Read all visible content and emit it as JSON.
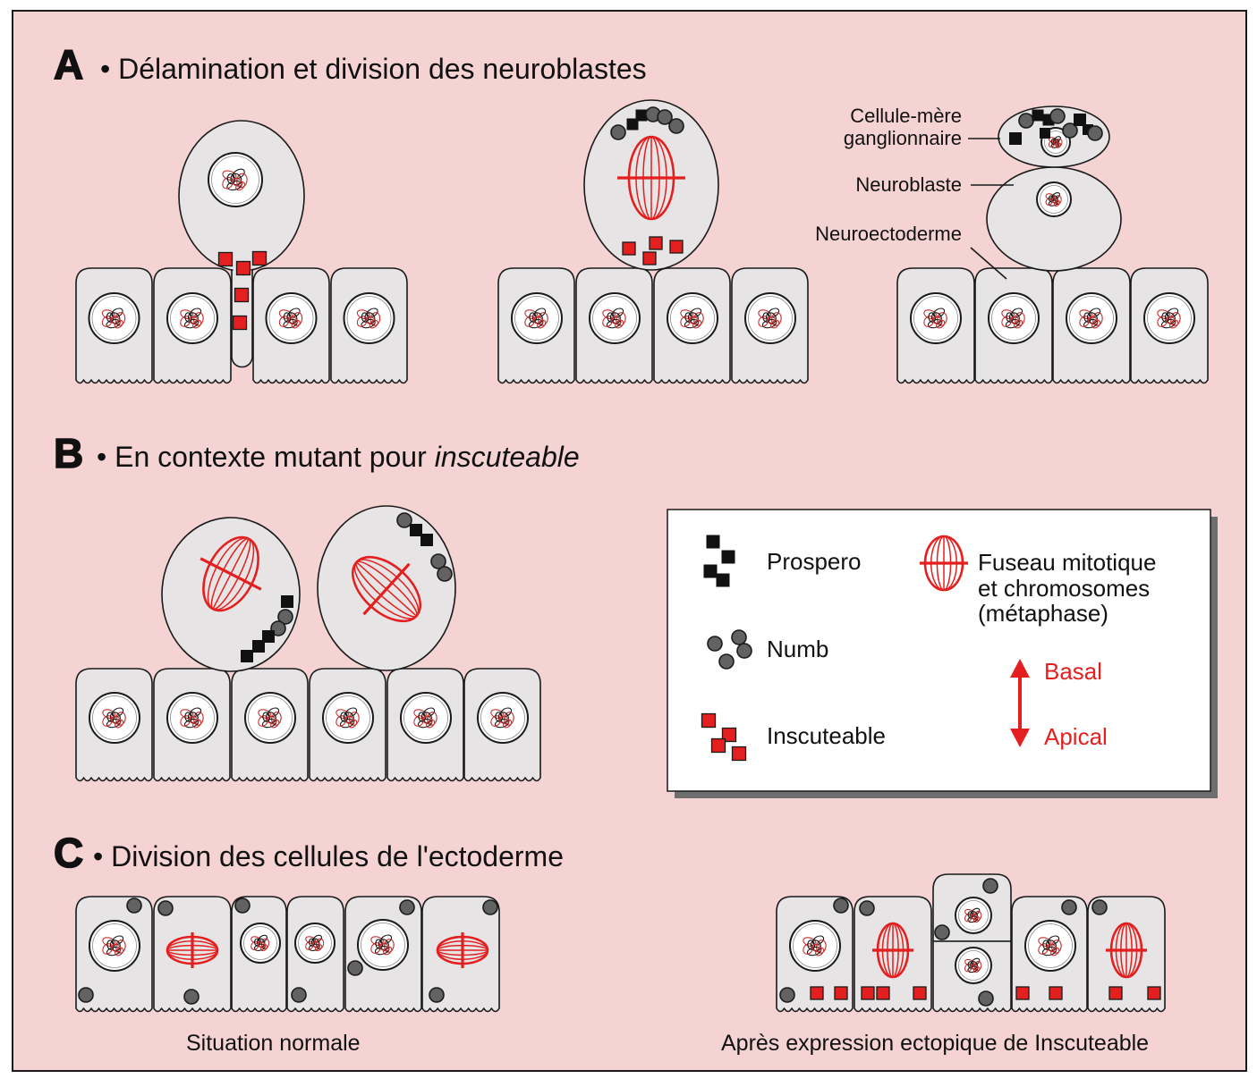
{
  "panel_a": {
    "letter": "A",
    "title": "• Délamination et division des neuroblastes",
    "label_gmc_line1": "Cellule-mère",
    "label_gmc_line2": "ganglionnaire",
    "label_neuroblast": "Neuroblaste",
    "label_neuroectoderm": "Neuroectoderme"
  },
  "panel_b": {
    "letter": "B",
    "title": "• En contexte mutant pour",
    "title_gene": "inscuteable"
  },
  "panel_c": {
    "letter": "C",
    "title": "• Division des cellules de l'ectoderme",
    "caption_normal": "Situation normale",
    "caption_ectopic": "Après expression ectopique de Inscuteable"
  },
  "legend": {
    "prospero": "Prospero",
    "numb": "Numb",
    "inscuteable": "Inscuteable",
    "spindle_lines": [
      "Fuseau mitotique",
      "et chromosomes",
      "(métaphase)"
    ],
    "basal": "Basal",
    "apical": "Apical"
  },
  "colors": {
    "background": "#f5d3d3",
    "cell": "#e6e4e4",
    "line": "#1a1a1a",
    "inscuteable": "#e41f1f",
    "spindle": "#e41f1f",
    "chromatin": "#c8302e",
    "numb": "#626262",
    "prospero": "#111111",
    "axis_arrow": "#e41f1f",
    "legend_box": "#ffffff",
    "legend_shadow": "#6e6e6e"
  }
}
